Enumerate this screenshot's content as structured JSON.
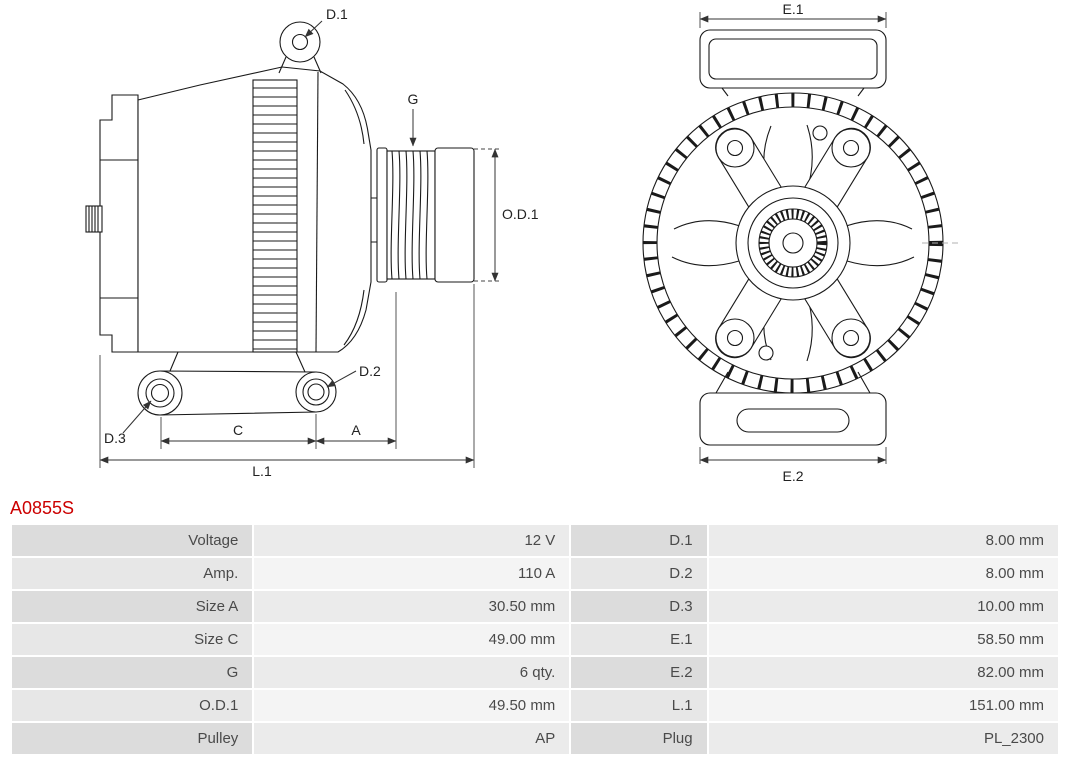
{
  "part_number": "A0855S",
  "colors": {
    "accent_red": "#cc0000",
    "table_label_bg": "#dcdcdc",
    "table_value_bg": "#ebebeb",
    "line_color": "#1a1a1a"
  },
  "diagram": {
    "side_view": {
      "d1": "D.1",
      "g": "G",
      "od1": "O.D.1",
      "d2": "D.2",
      "d3": "D.3",
      "c": "C",
      "a": "A",
      "l1": "L.1"
    },
    "front_view": {
      "e1": "E.1",
      "e2": "E.2"
    }
  },
  "table": {
    "rows": [
      {
        "c0": "Voltage",
        "c1": "12 V",
        "c2": "D.1",
        "c3": "8.00 mm"
      },
      {
        "c0": "Amp.",
        "c1": "110 A",
        "c2": "D.2",
        "c3": "8.00 mm"
      },
      {
        "c0": "Size A",
        "c1": "30.50 mm",
        "c2": "D.3",
        "c3": "10.00 mm"
      },
      {
        "c0": "Size C",
        "c1": "49.00 mm",
        "c2": "E.1",
        "c3": "58.50 mm"
      },
      {
        "c0": "G",
        "c1": "6 qty.",
        "c2": "E.2",
        "c3": "82.00 mm"
      },
      {
        "c0": "O.D.1",
        "c1": "49.50 mm",
        "c2": "L.1",
        "c3": "151.00 mm"
      },
      {
        "c0": "Pulley",
        "c1": "AP",
        "c2": "Plug",
        "c3": "PL_2300"
      }
    ]
  }
}
